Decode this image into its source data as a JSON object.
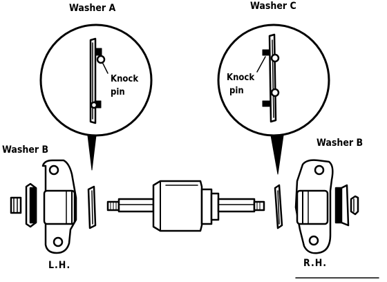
{
  "labels": {
    "washer_a": "Washer A",
    "washer_c": "Washer C",
    "washer_b_left": "Washer B",
    "washer_b_right": "Washer B",
    "knock_pin_left_1": "Knock",
    "knock_pin_left_2": "pin",
    "knock_pin_right_1": "Knock",
    "knock_pin_right_2": "pin",
    "lh": "L.H.",
    "rh": "R.H."
  },
  "colors": {
    "ink": "#000000",
    "paper": "#ffffff"
  }
}
